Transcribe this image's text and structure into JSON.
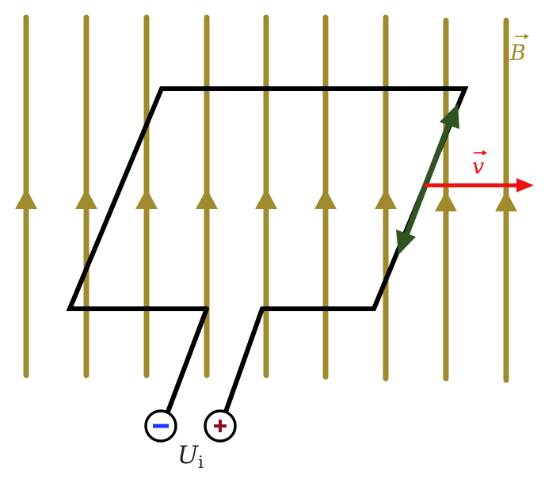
{
  "diagram": {
    "field_label": "B",
    "velocity_label": "v",
    "voltage_label": "U",
    "voltage_subscript": "i",
    "minus_symbol": "−",
    "plus_symbol": "+",
    "colors": {
      "field": "#a08a2e",
      "rod": "#2f5322",
      "velocity": "#ee1111",
      "loop": "#000000",
      "minus": "#1a35ff",
      "plus": "#8a1020"
    }
  }
}
